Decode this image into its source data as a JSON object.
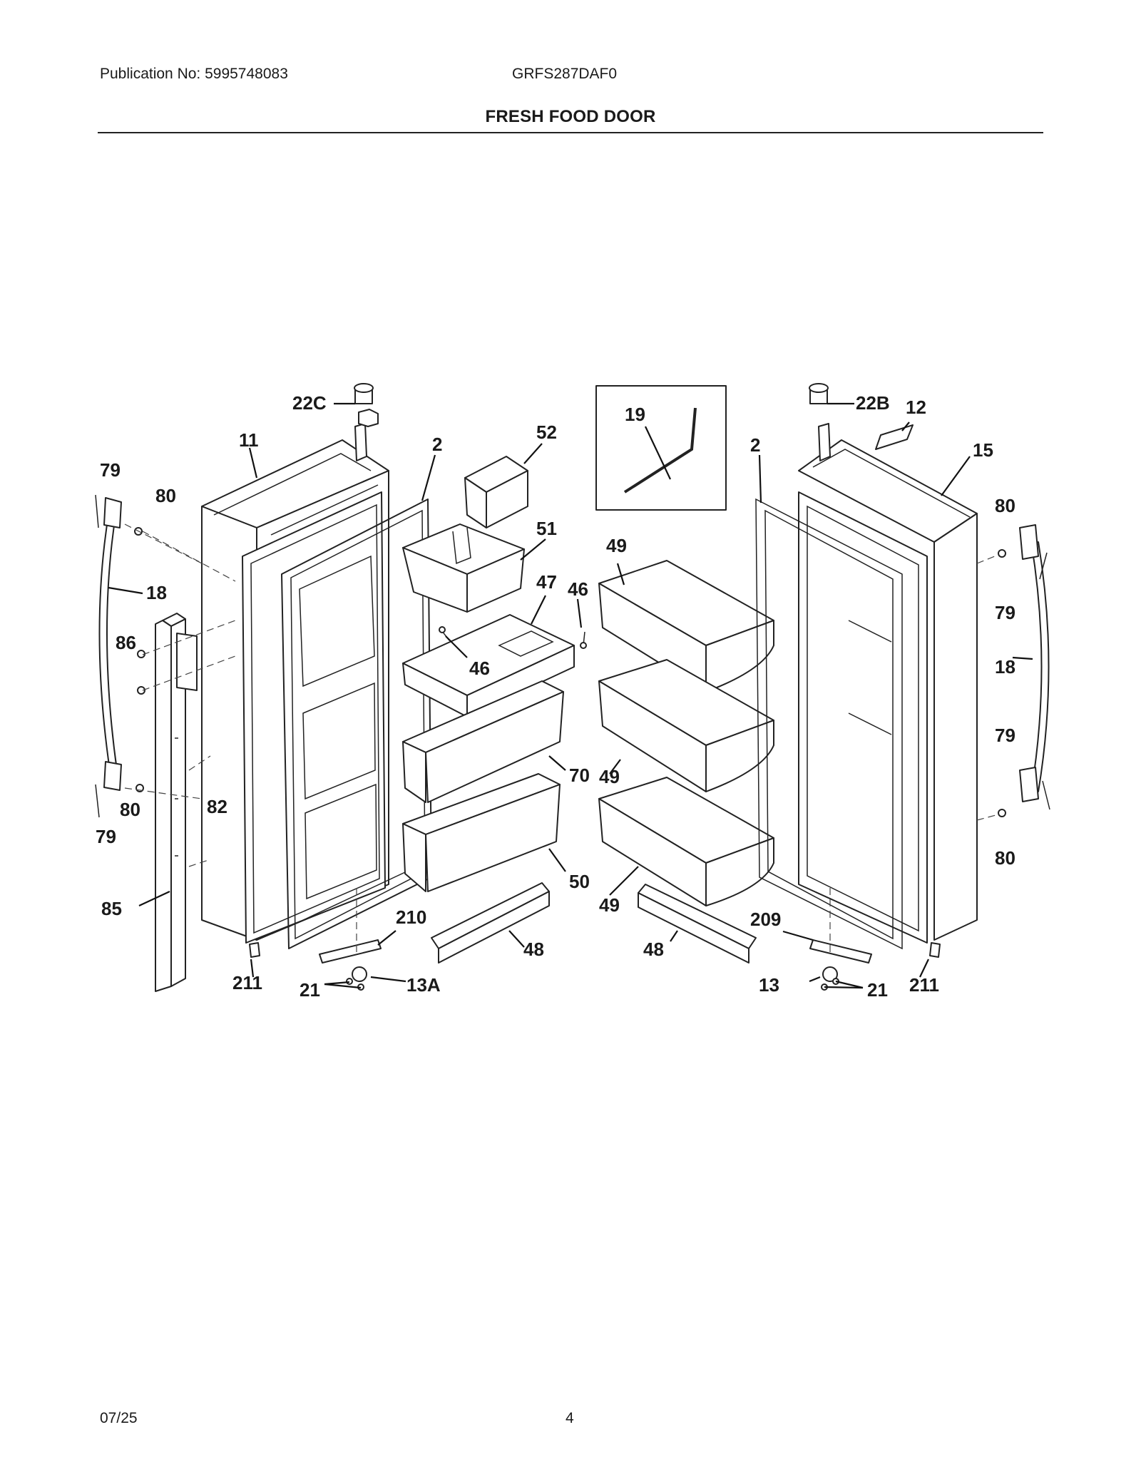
{
  "header": {
    "publication": "Publication No: 5995748083",
    "model": "GRFS287DAF0",
    "title": "FRESH FOOD DOOR"
  },
  "footer": {
    "date": "07/25",
    "page": "4"
  },
  "callouts": {
    "c22C": "22C",
    "c22B": "22B",
    "c11": "11",
    "c2a": "2",
    "c2b": "2",
    "c52": "52",
    "c19": "19",
    "c12": "12",
    "c15": "15",
    "c79a": "79",
    "c79b": "79",
    "c79c": "79",
    "c79d": "79",
    "c80a": "80",
    "c80b": "80",
    "c80c": "80",
    "c80d": "80",
    "c18a": "18",
    "c18b": "18",
    "c86": "86",
    "c82": "82",
    "c85": "85",
    "c51": "51",
    "c47": "47",
    "c46a": "46",
    "c46b": "46",
    "c49a": "49",
    "c49b": "49",
    "c49c": "49",
    "c70": "70",
    "c50": "50",
    "c48a": "48",
    "c48b": "48",
    "c210": "210",
    "c209": "209",
    "c211a": "211",
    "c211b": "211",
    "c21a": "21",
    "c21b": "21",
    "c13A": "13A",
    "c13": "13"
  }
}
